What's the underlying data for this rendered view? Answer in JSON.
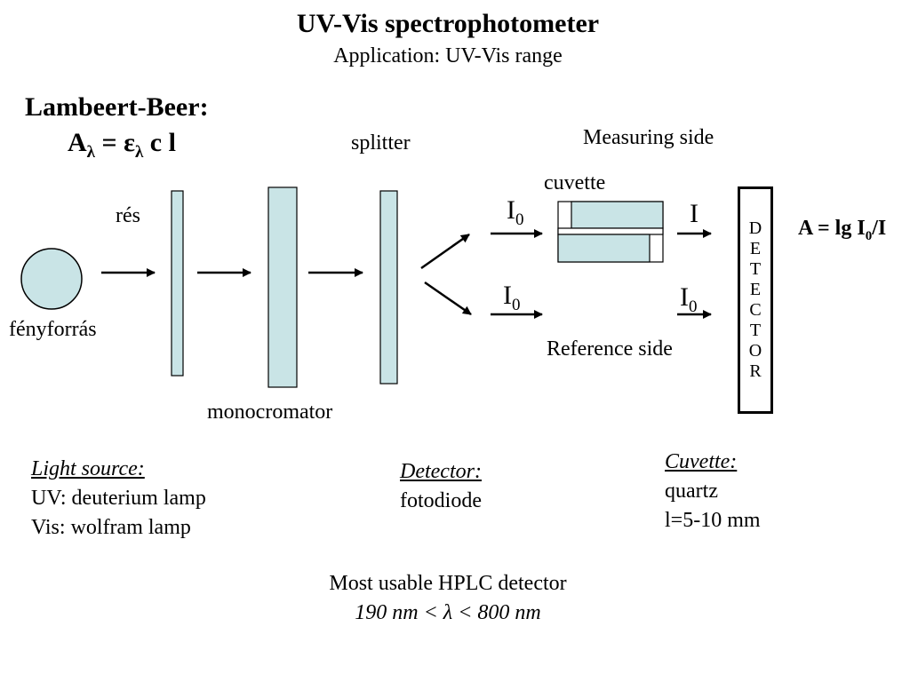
{
  "title": "UV-Vis spectrophotometer",
  "subtitle": "Application: UV-Vis range",
  "law": {
    "name": "Lambeert-Beer:",
    "formula": {
      "A": "A",
      "sub_lambda": "λ",
      "eq": " = ε",
      "sub_lambda2": "λ",
      "rest": " c l"
    }
  },
  "labels": {
    "splitter": "splitter",
    "measuring_side": "Measuring side",
    "cuvette": "cuvette",
    "res": "rés",
    "fenyforras": "fényforrás",
    "monocromator": "monocromator",
    "reference_side": "Reference side",
    "I0_top": {
      "base": "I",
      "sub": "0"
    },
    "I_top": "I",
    "I0_bottom_left": {
      "base": "I",
      "sub": "0"
    },
    "I0_bottom_right": {
      "base": "I",
      "sub": "0"
    }
  },
  "detector_letters": [
    "D",
    "E",
    "T",
    "E",
    "C",
    "T",
    "O",
    "R"
  ],
  "absorbance_formula": {
    "base": "A = lg I",
    "sub": "0",
    "rest": "/I"
  },
  "notes": {
    "light_source": {
      "heading": "Light source:",
      "lines": [
        "UV: deuterium lamp",
        "Vis: wolfram lamp"
      ]
    },
    "detector": {
      "heading": "Detector:",
      "lines": [
        "fotodiode"
      ]
    },
    "cuvette": {
      "heading": "Cuvette:",
      "lines": [
        "quartz",
        "l=5-10 mm"
      ]
    }
  },
  "footer": {
    "line1": "Most usable HPLC detector",
    "range": "190 nm < λ < 800 nm"
  },
  "colors": {
    "component_fill": "#c9e4e6",
    "stroke": "#000000"
  }
}
